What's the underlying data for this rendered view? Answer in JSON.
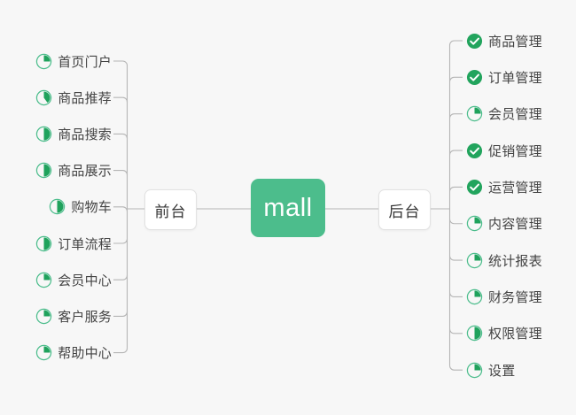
{
  "diagram": {
    "type": "mind-map",
    "background_color": "#f7f7f7",
    "accent_color": "#4cbd8c",
    "line_color": "#b5b5b5",
    "text_color": "#444444",
    "root": {
      "label": "mall",
      "fill": "#4cbd8c",
      "text_color": "#ffffff"
    },
    "branches": [
      {
        "id": "front",
        "label": "前台",
        "side": "left"
      },
      {
        "id": "back",
        "label": "后台",
        "side": "right"
      }
    ]
  },
  "left_items": [
    {
      "label": "首页门户",
      "icon": "pie-progress-icon",
      "progress": 25,
      "state": "in-progress"
    },
    {
      "label": "商品推荐",
      "icon": "pie-progress-icon",
      "progress": 40,
      "state": "in-progress"
    },
    {
      "label": "商品搜索",
      "icon": "pie-progress-icon",
      "progress": 50,
      "state": "in-progress"
    },
    {
      "label": "商品展示",
      "icon": "pie-progress-icon",
      "progress": 50,
      "state": "in-progress"
    },
    {
      "label": "购物车",
      "icon": "pie-progress-icon",
      "progress": 50,
      "state": "in-progress"
    },
    {
      "label": "订单流程",
      "icon": "pie-progress-icon",
      "progress": 50,
      "state": "in-progress"
    },
    {
      "label": "会员中心",
      "icon": "pie-progress-icon",
      "progress": 25,
      "state": "in-progress"
    },
    {
      "label": "客户服务",
      "icon": "pie-progress-icon",
      "progress": 25,
      "state": "in-progress"
    },
    {
      "label": "帮助中心",
      "icon": "pie-progress-icon",
      "progress": 25,
      "state": "in-progress"
    }
  ],
  "right_items": [
    {
      "label": "商品管理",
      "icon": "check-circle-icon",
      "progress": 100,
      "state": "complete"
    },
    {
      "label": "订单管理",
      "icon": "check-circle-icon",
      "progress": 100,
      "state": "complete"
    },
    {
      "label": "会员管理",
      "icon": "pie-progress-icon",
      "progress": 25,
      "state": "in-progress"
    },
    {
      "label": "促销管理",
      "icon": "check-circle-icon",
      "progress": 100,
      "state": "complete"
    },
    {
      "label": "运营管理",
      "icon": "check-circle-icon",
      "progress": 100,
      "state": "complete"
    },
    {
      "label": "内容管理",
      "icon": "pie-progress-icon",
      "progress": 25,
      "state": "in-progress"
    },
    {
      "label": "统计报表",
      "icon": "pie-progress-icon",
      "progress": 25,
      "state": "in-progress"
    },
    {
      "label": "财务管理",
      "icon": "pie-progress-icon",
      "progress": 25,
      "state": "in-progress"
    },
    {
      "label": "权限管理",
      "icon": "pie-progress-icon",
      "progress": 50,
      "state": "in-progress"
    },
    {
      "label": "设置",
      "icon": "pie-progress-icon",
      "progress": 25,
      "state": "in-progress"
    }
  ]
}
